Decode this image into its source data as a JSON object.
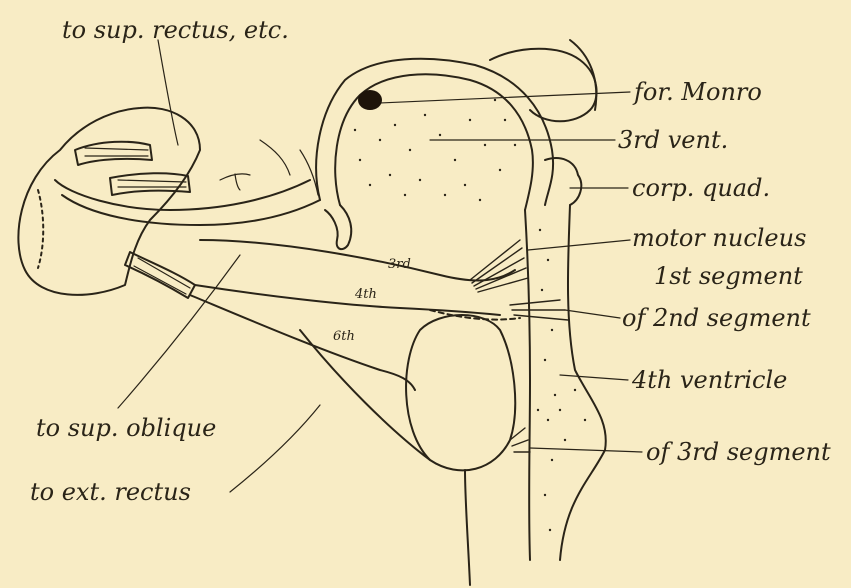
{
  "labels": {
    "sup_rectus": "to sup. rectus, etc.",
    "for_monro": "for. Monro",
    "third_vent": "3rd vent.",
    "corp_quad": "corp. quad.",
    "motor_nucleus": "motor nucleus",
    "first_segment": "1st segment",
    "second_segment": "of 2nd segment",
    "fourth_ventricle": "4th ventricle",
    "third_segment": "of 3rd segment",
    "sup_oblique": "to sup. oblique",
    "ext_rectus": "to ext. rectus",
    "nerve_3rd": "3rd",
    "nerve_4th": "4th",
    "nerve_6th": "6th"
  },
  "colors": {
    "background": "#f8ecc5",
    "ink": "#2a2418",
    "foramen": "#1e140a"
  }
}
